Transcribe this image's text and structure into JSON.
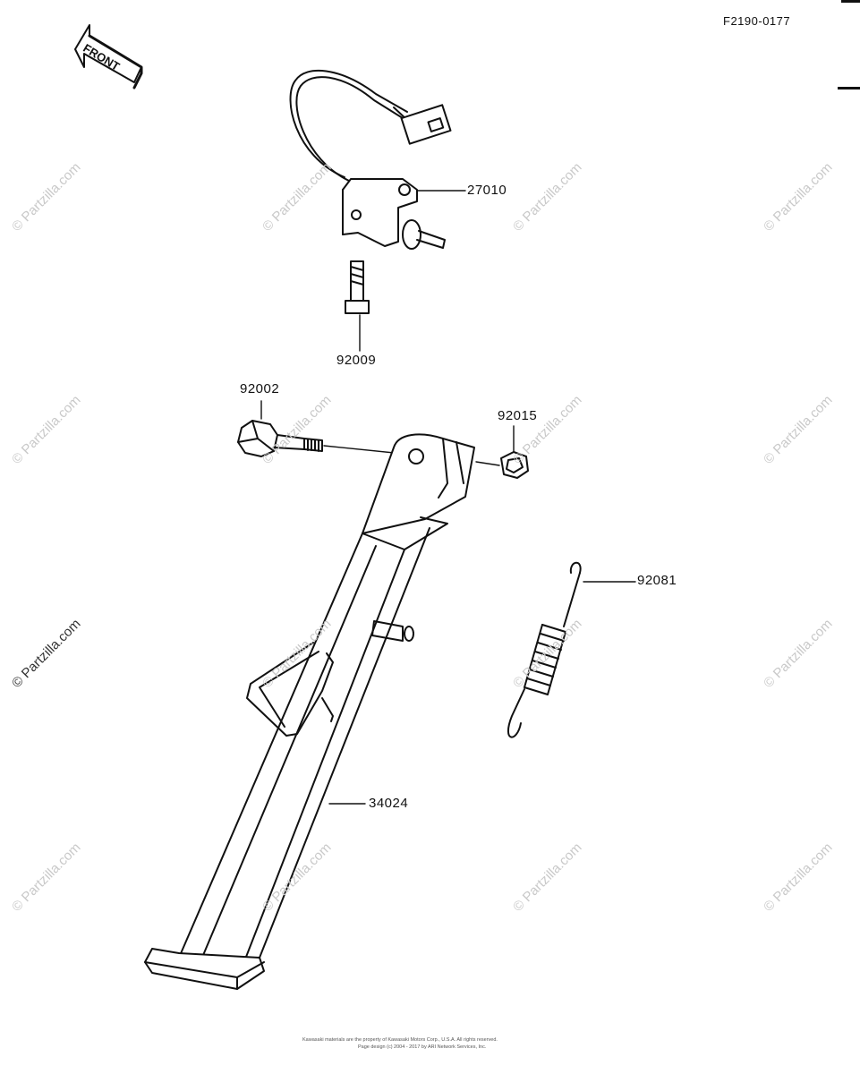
{
  "diagram_code": "F2190-0177",
  "front_arrow_label": "FRONT",
  "watermark_text": "© Partzilla.com",
  "parts": [
    {
      "id": "side-stand-switch",
      "number": "27010"
    },
    {
      "id": "switch-bolt",
      "number": "92009"
    },
    {
      "id": "pivot-bolt",
      "number": "92002"
    },
    {
      "id": "pivot-nut",
      "number": "92015"
    },
    {
      "id": "return-spring",
      "number": "92081"
    },
    {
      "id": "side-stand",
      "number": "34024"
    }
  ],
  "footer": {
    "line1": "Kawasaki materials are the property of Kawasaki Motors Corp., U.S.A. All rights reserved.",
    "line2": "Page design (c) 2004 - 2017 by ARI Network Services, Inc."
  },
  "colors": {
    "line": "#111111",
    "watermark": "#c9c9c9"
  }
}
